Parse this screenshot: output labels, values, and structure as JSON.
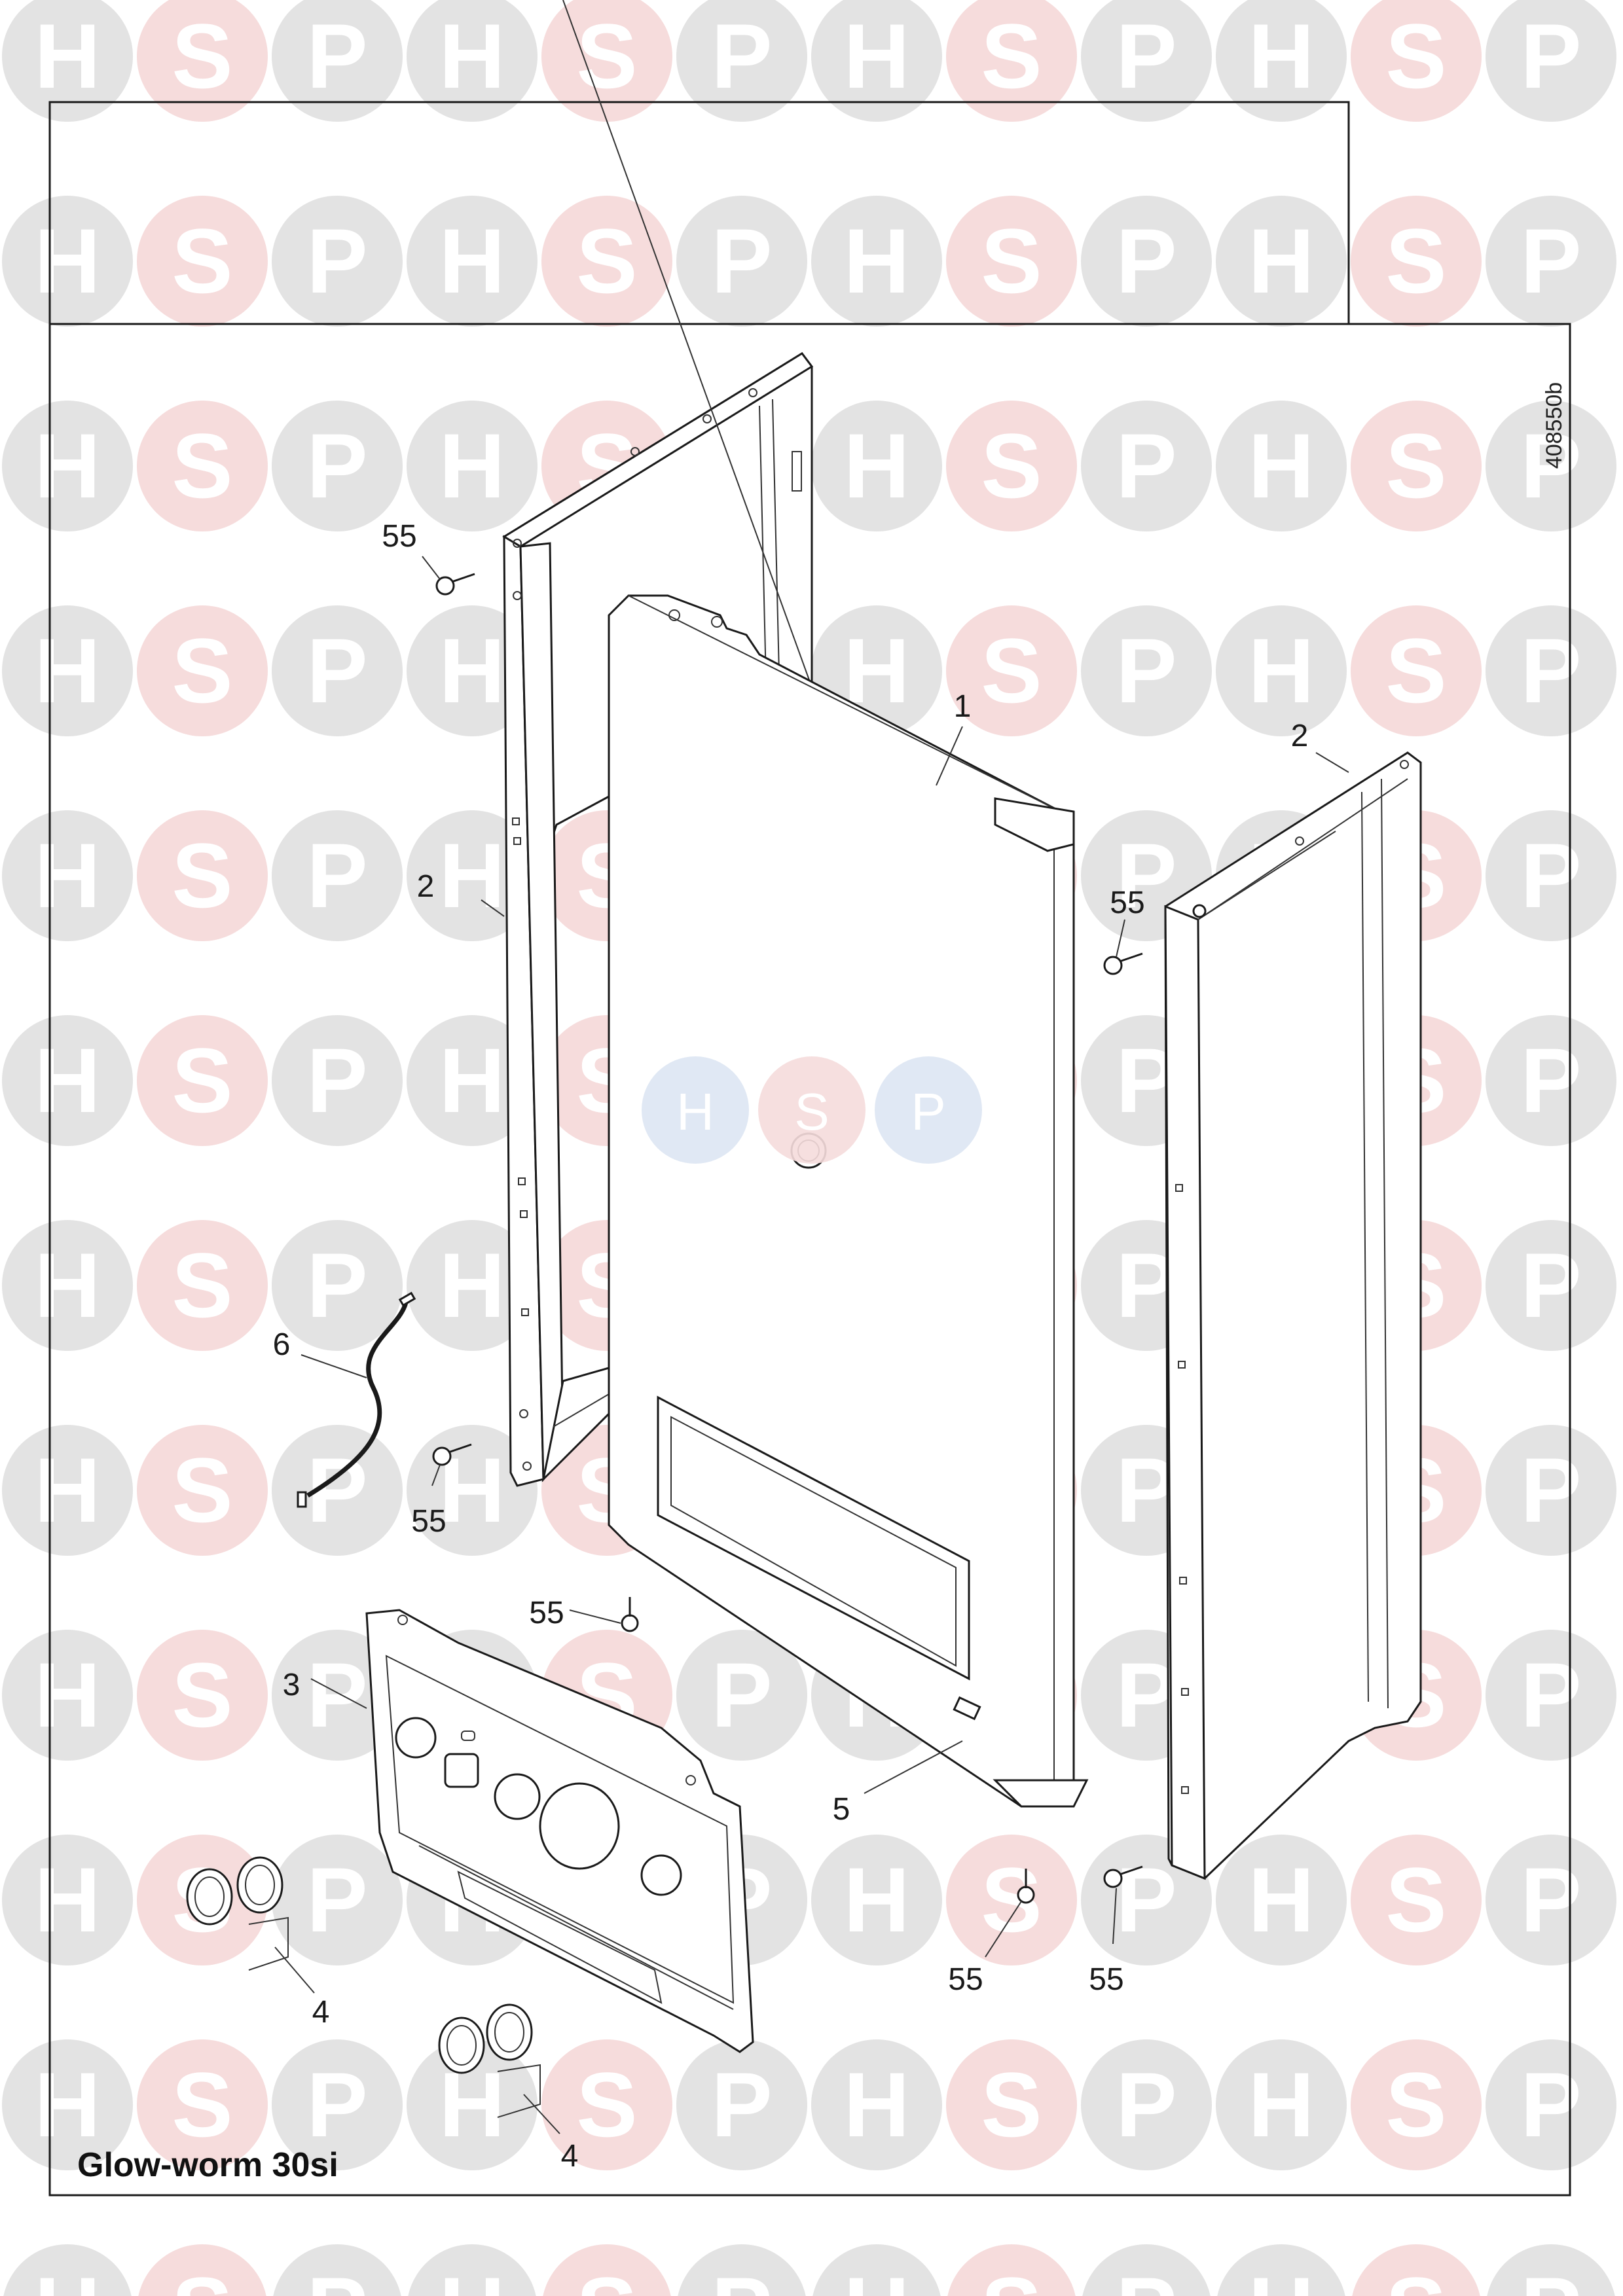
{
  "watermark": {
    "letters": [
      "H",
      "S",
      "P"
    ],
    "colors": {
      "gray": "#e3e3e3",
      "pink": "#f6dcdc",
      "blue": "#dde6f3",
      "letter": "#ffffff"
    }
  },
  "diagram": {
    "title": "Glow-worm 30si",
    "drawing_code": "408550b",
    "callouts": {
      "c1": "1",
      "c2a": "2",
      "c2b": "2",
      "c3": "3",
      "c4a": "4",
      "c4b": "4",
      "c5": "5",
      "c6": "6",
      "c55a": "55",
      "c55b": "55",
      "c55c": "55",
      "c55d": "55",
      "c55e": "55",
      "c55f": "55"
    }
  }
}
